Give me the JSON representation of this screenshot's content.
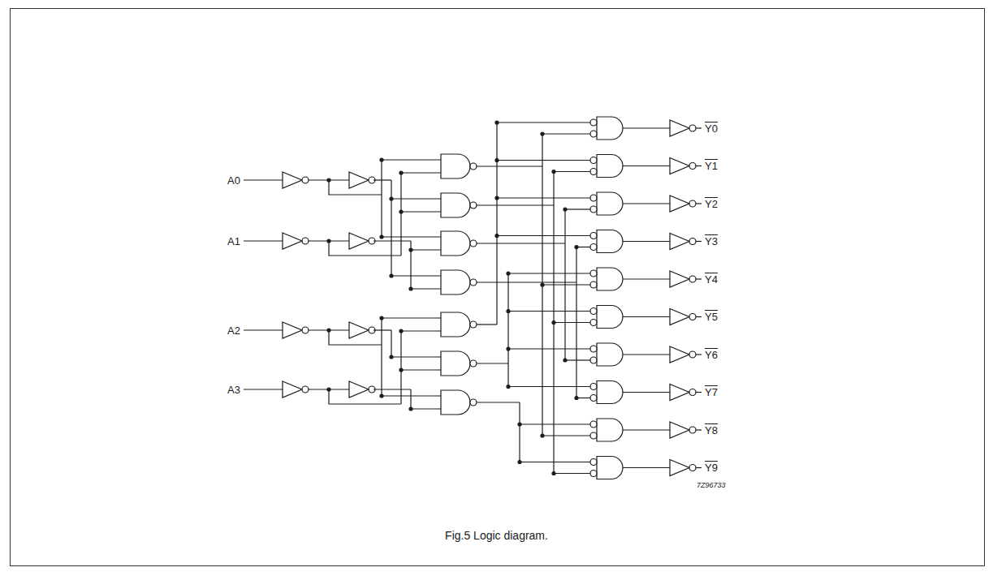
{
  "diagram": {
    "caption": "Fig.5 Logic diagram.",
    "labels": [
      "A0",
      "A1",
      "A2",
      "A3",
      "Y0",
      "Y1",
      "Y2",
      "Y3",
      "Y4",
      "Y5",
      "Y6",
      "Y7",
      "Y8",
      "Y9",
      "7Z96733"
    ]
  }
}
